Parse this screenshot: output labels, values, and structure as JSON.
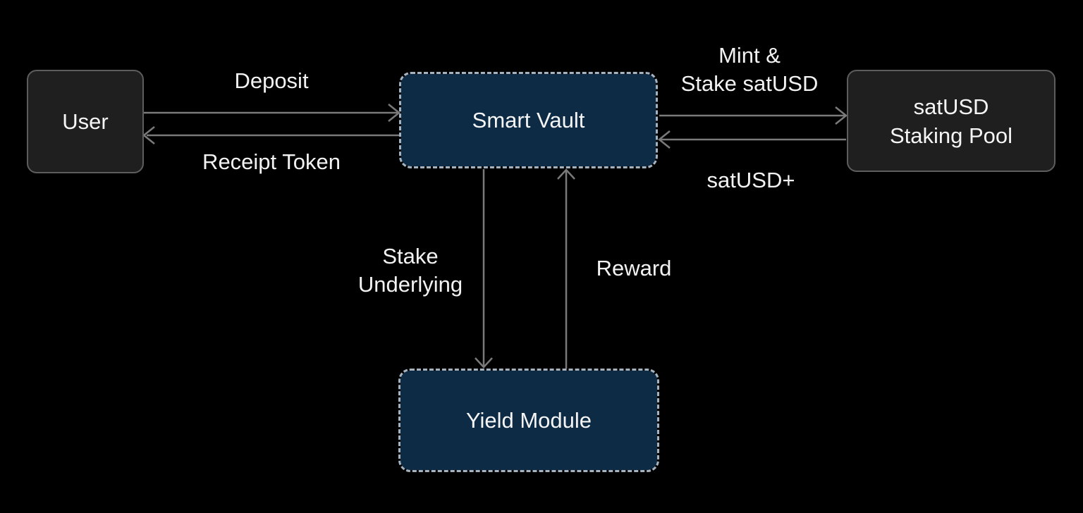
{
  "diagram": {
    "nodes": {
      "user": {
        "label": "User"
      },
      "smart_vault": {
        "label": "Smart Vault"
      },
      "staking_pool": {
        "lines": [
          "satUSD",
          "Staking Pool"
        ]
      },
      "yield_module": {
        "label": "Yield Module"
      }
    },
    "edges": {
      "deposit": {
        "label": "Deposit"
      },
      "receipt_token": {
        "label": "Receipt Token"
      },
      "mint_stake": {
        "lines": [
          "Mint &",
          "Stake satUSD"
        ]
      },
      "satusd_plus": {
        "label": "satUSD+"
      },
      "stake_underlying": {
        "lines": [
          "Stake",
          "Underlying"
        ]
      },
      "reward": {
        "label": "Reward"
      }
    },
    "colors": {
      "canvas_background": "#000000",
      "solid_node_fill": "#1f1f1f",
      "solid_node_border": "#5d5d5d",
      "dashed_node_fill": "#0d2b45",
      "dashed_node_border": "#a5b3c0",
      "arrow": "#7a7a7a",
      "text": "#f5f5f5"
    }
  }
}
